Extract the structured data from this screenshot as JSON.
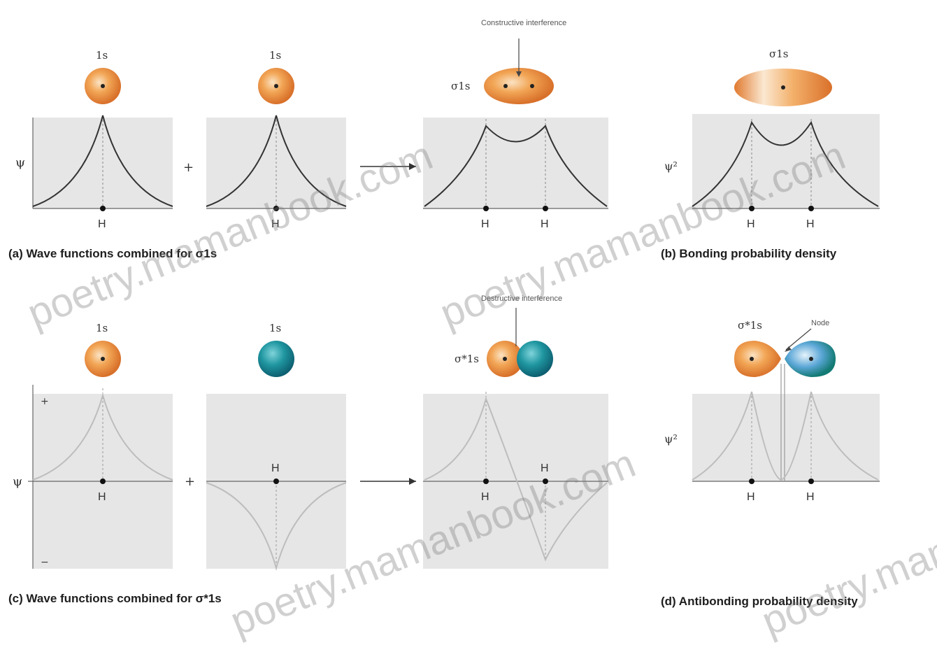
{
  "panels": {
    "a": {
      "caption": "(a) Wave functions combined for σ1s",
      "orbital_label_left": "1s",
      "orbital_label_right": "1s",
      "orbital_label_combined": "σ1s",
      "annotation": "Constructive interference",
      "axis_label": "ψ",
      "plus_sign": "+",
      "nucleus_label": "H"
    },
    "b": {
      "caption": "(b) Bonding probability density",
      "orbital_label": "σ1s",
      "axis_label": "ψ²",
      "nucleus_label": "H"
    },
    "c": {
      "caption": "(c) Wave functions combined for σ*1s",
      "orbital_label_left": "1s",
      "orbital_label_right": "1s",
      "orbital_label_combined": "σ*1s",
      "annotation": "Destructive interference",
      "axis_label": "ψ",
      "plus_axis": "+",
      "minus_axis": "−",
      "plus_sign": "+",
      "nucleus_label": "H"
    },
    "d": {
      "caption": "(d) Antibonding probability density",
      "orbital_label": "σ*1s",
      "node_label": "Node",
      "axis_label": "ψ²",
      "nucleus_label": "H"
    }
  },
  "watermarks": [
    "poetry.mamanbook.com",
    "poetry.mamanbook.com",
    "poetry.mamanbook.com",
    "poetry.mamanbook.com"
  ],
  "colors": {
    "orange": "#e98a3a",
    "teal": "#1c8f99",
    "blue": "#3d8fc6",
    "panel_bg": "#e6e6e6",
    "curve": "#333333",
    "curve_light": "#bdbdbd"
  }
}
